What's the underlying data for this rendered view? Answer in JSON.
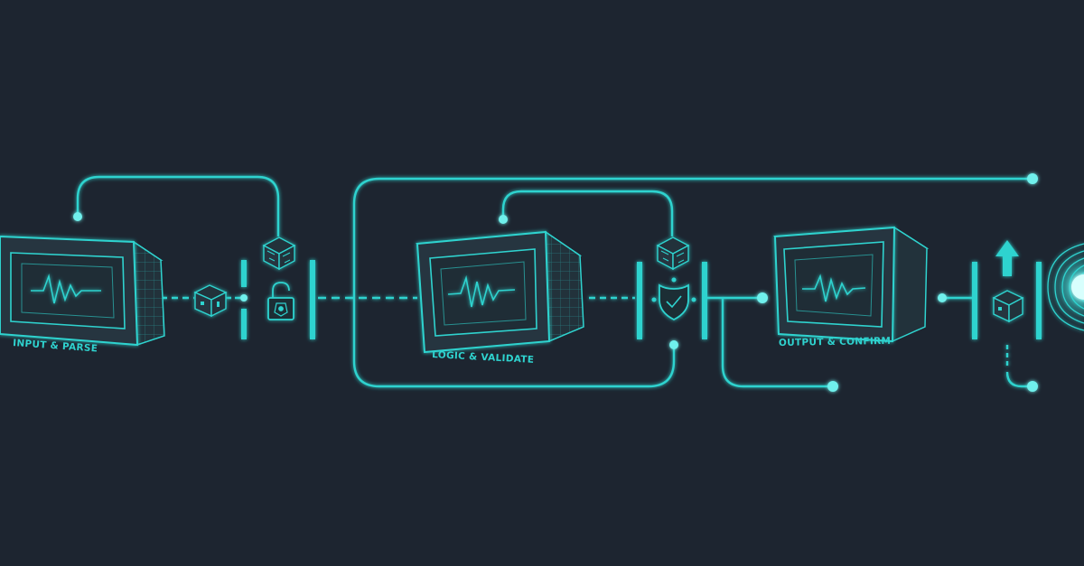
{
  "colors": {
    "background": "#1d2530",
    "accent": "#2fd3cf",
    "accent_glow": "#7ff5f2",
    "device_face": "#2a3a44"
  },
  "stages": [
    {
      "label": "INPUT & PARSE",
      "icon": "monitor-waveform-icon"
    },
    {
      "label": "LOGIC & VALIDATE",
      "icon": "monitor-waveform-icon"
    },
    {
      "label": "OUTPUT & CONFIRM",
      "icon": "monitor-waveform-icon"
    }
  ],
  "connectors": {
    "input_gate": {
      "cube_icon": "data-cube-icon",
      "lock_icon": "unlocked-padlock-icon"
    },
    "logic_gate": {
      "cube_icon": "circuit-cube-icon",
      "shield_icon": "shield-check-icon"
    },
    "output_gate": {
      "arrow_icon": "up-arrow-icon",
      "package_icon": "package-box-icon",
      "portal_icon": "vortex-portal-icon"
    }
  }
}
